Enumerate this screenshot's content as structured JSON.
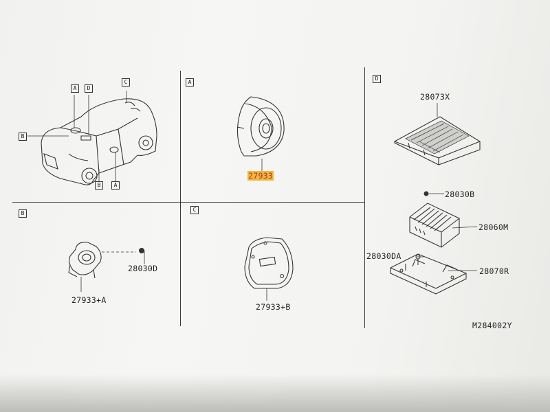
{
  "colors": {
    "highlight": "#f2b63f",
    "highlight_text": "#a9371f",
    "line": "#333333"
  },
  "panels": {
    "A": {
      "tag": "A",
      "parts": [
        {
          "number": "27933",
          "highlighted": true
        }
      ]
    },
    "B": {
      "tag": "B",
      "parts": [
        {
          "number": "28030D"
        },
        {
          "number": "27933+A"
        }
      ]
    },
    "C": {
      "tag": "C",
      "parts": [
        {
          "number": "27933+B"
        }
      ]
    },
    "D": {
      "tag": "D",
      "parts": [
        {
          "number": "28073X"
        },
        {
          "number": "28030B"
        },
        {
          "number": "28060M"
        },
        {
          "number": "28030DA"
        },
        {
          "number": "28070R"
        }
      ]
    }
  },
  "car_callouts": {
    "a1": "A",
    "d": "D",
    "c": "C",
    "b1": "B",
    "b2": "B",
    "a2": "A"
  },
  "drawing_code": "M284002Y"
}
